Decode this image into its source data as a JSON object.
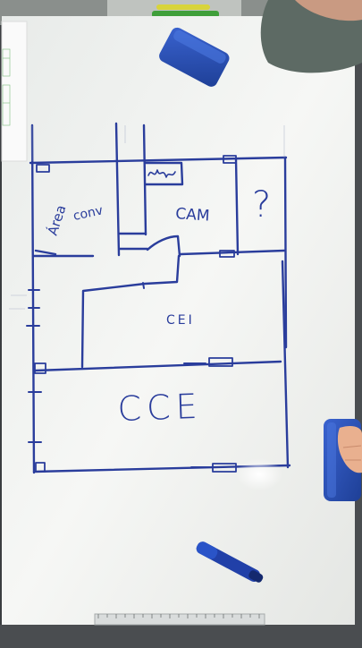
{
  "photo": {
    "subject": "hand-drawn floor plan sketch on a whiteboard",
    "colors": {
      "ink": "#2a3d9c",
      "board": "#f1f2f0",
      "frame": "#4a4d50",
      "eraser": "#2c52b8",
      "sleeve": "#5d6a64",
      "skin": "#e9b08f"
    }
  },
  "labels": {
    "area_conv_top": "Área",
    "area_conv_bottom": "conv",
    "cam": "CAM",
    "unknown_room": "?",
    "cei": "CEI",
    "cce": "CCE"
  }
}
